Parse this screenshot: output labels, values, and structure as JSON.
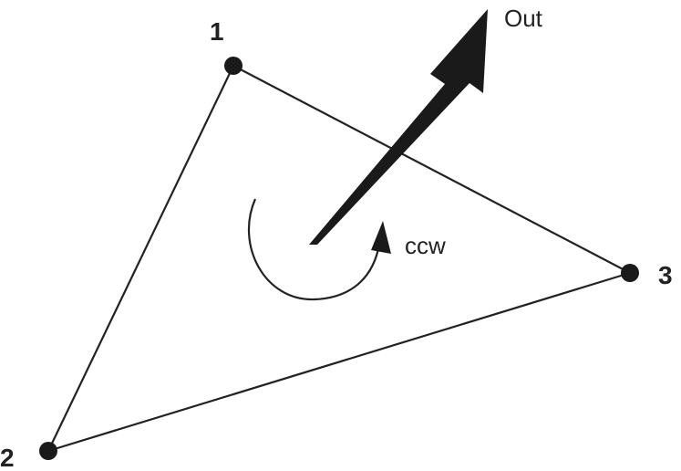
{
  "vertices": [
    {
      "id": "1",
      "label": "1"
    },
    {
      "id": "2",
      "label": "2"
    },
    {
      "id": "3",
      "label": "3"
    }
  ],
  "out_label": "Out",
  "rotation_label": "ccw",
  "colors": {
    "ink": "#222222",
    "background": "#ffffff"
  }
}
